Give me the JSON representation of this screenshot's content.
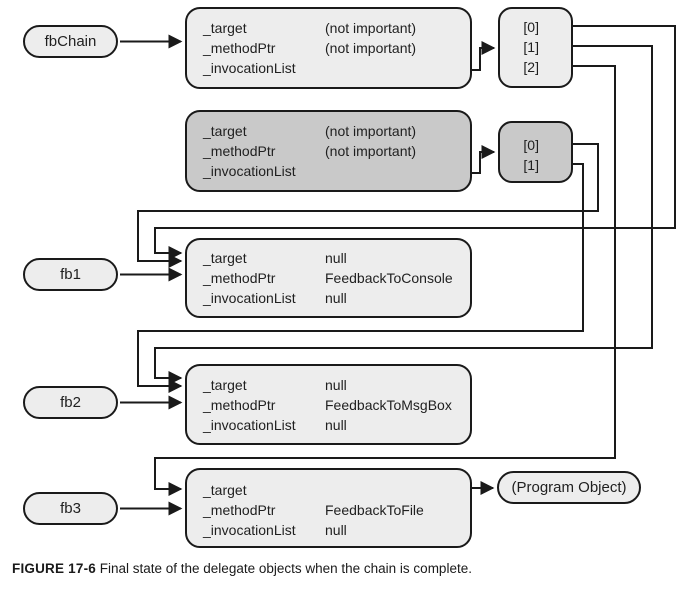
{
  "figure": {
    "caption_label": "FIGURE 17-6",
    "caption_text": " Final state of the delegate objects when the chain is complete."
  },
  "colors": {
    "box_light_fill": "#ededed",
    "box_dark_fill": "#c9c9c9",
    "line_and_border": "#1a1a1a",
    "text": "#1f1f1f",
    "background": "#ffffff"
  },
  "pills": {
    "fbChain": {
      "label": "fbChain"
    },
    "fb1": {
      "label": "fb1"
    },
    "fb2": {
      "label": "fb2"
    },
    "fb3": {
      "label": "fb3"
    },
    "program_object": {
      "label": "(Program Object)"
    }
  },
  "delegate_boxes": {
    "chain_final": {
      "fields": [
        {
          "name": "_target",
          "value": "(not important)"
        },
        {
          "name": "_methodPtr",
          "value": "(not important)"
        },
        {
          "name": "_invocationList",
          "value": ""
        }
      ]
    },
    "chain_intermediate": {
      "fields": [
        {
          "name": "_target",
          "value": "(not important)"
        },
        {
          "name": "_methodPtr",
          "value": "(not important)"
        },
        {
          "name": "_invocationList",
          "value": ""
        }
      ]
    },
    "fb1": {
      "fields": [
        {
          "name": "_target",
          "value": "null"
        },
        {
          "name": "_methodPtr",
          "value": "FeedbackToConsole"
        },
        {
          "name": "_invocationList",
          "value": "null"
        }
      ]
    },
    "fb2": {
      "fields": [
        {
          "name": "_target",
          "value": "null"
        },
        {
          "name": "_methodPtr",
          "value": "FeedbackToMsgBox"
        },
        {
          "name": "_invocationList",
          "value": "null"
        }
      ]
    },
    "fb3": {
      "fields": [
        {
          "name": "_target",
          "value": ""
        },
        {
          "name": "_methodPtr",
          "value": "FeedbackToFile"
        },
        {
          "name": "_invocationList",
          "value": "null"
        }
      ]
    }
  },
  "arrays": {
    "invocation_list_3": {
      "items": [
        "[0]",
        "[1]",
        "[2]"
      ]
    },
    "invocation_list_2": {
      "items": [
        "[0]",
        "[1]"
      ]
    }
  },
  "connections": [
    {
      "from": "fbChain",
      "to": "chain_final_box"
    },
    {
      "from": "chain_final_box._invocationList",
      "to": "invocation_list_3"
    },
    {
      "from": "chain_intermediate_box._invocationList",
      "to": "invocation_list_2"
    },
    {
      "from": "invocation_list_3[0]",
      "to": "fb1_box"
    },
    {
      "from": "invocation_list_3[1]",
      "to": "fb2_box"
    },
    {
      "from": "invocation_list_3[2]",
      "to": "fb3_box"
    },
    {
      "from": "invocation_list_2[0]",
      "to": "fb1_box"
    },
    {
      "from": "invocation_list_2[1]",
      "to": "fb2_box"
    },
    {
      "from": "fb1",
      "to": "fb1_box"
    },
    {
      "from": "fb2",
      "to": "fb2_box"
    },
    {
      "from": "fb3",
      "to": "fb3_box"
    },
    {
      "from": "fb3_box._target",
      "to": "program_object"
    }
  ]
}
